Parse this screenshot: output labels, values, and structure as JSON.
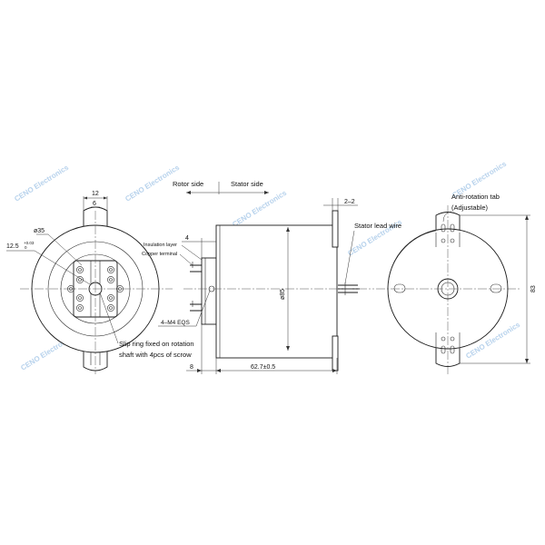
{
  "labels": {
    "rotor_side": "Rotor side",
    "stator_side": "Stator side",
    "insulation_layer": "Insulation layer",
    "copper_terminal": "Copper terminal",
    "mounting_holes": "4–M4  EQS",
    "slip_ring_fixed_line1": "Slip ring fixed on rotation",
    "slip_ring_fixed_line2": "shaft with 4pcs of scrow",
    "stator_lead_wire": "Stator lead wire",
    "anti_rotation_tab_line1": "Anti-rotation tab",
    "anti_rotation_tab_line2": "(Adjustable)"
  },
  "dimensions": {
    "tab_width": "12",
    "slot_width": "6",
    "bore_diameter": "ø35",
    "shaft_diameter": "12.5",
    "shaft_tolerance_upper": "+0.03",
    "shaft_tolerance_lower": "0",
    "insulation_thickness": "4",
    "body_diameter": "ø85",
    "flange_offset": "8",
    "body_length": "62.7±0.5",
    "flange_thickness": "2–2",
    "overall_height": "83"
  },
  "watermark": "CENO Electronics"
}
